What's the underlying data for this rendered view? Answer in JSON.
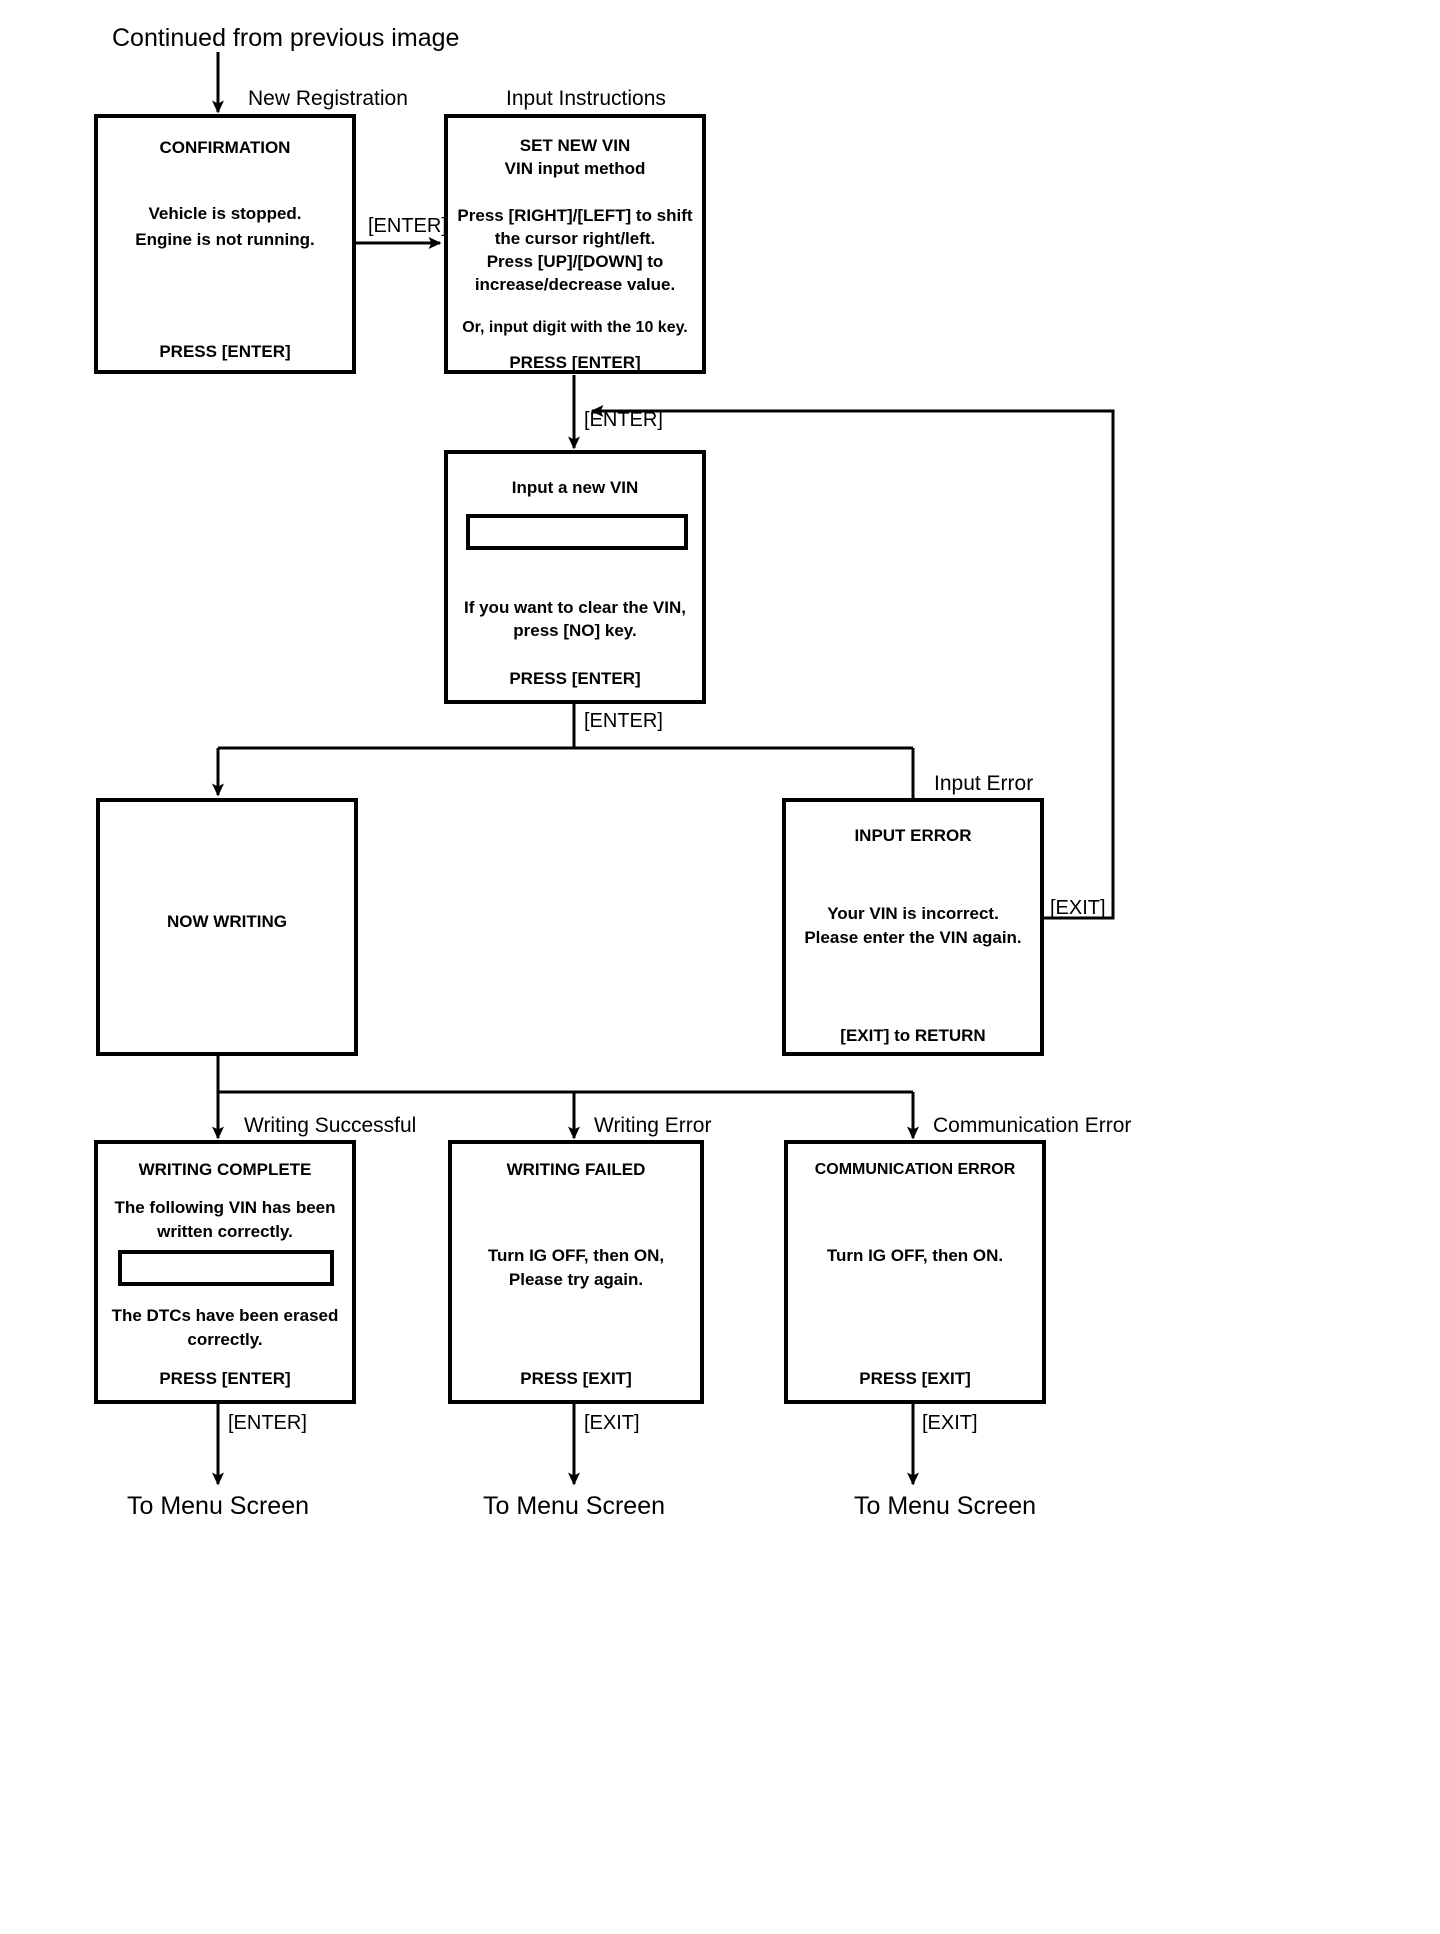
{
  "diagram": {
    "title_note": "Continued from previous image",
    "colors": {
      "ink": "#000000",
      "paper": "#ffffff"
    },
    "branch_labels": {
      "new_registration": "New Registration",
      "input_instructions": "Input Instructions",
      "input_error": "Input Error",
      "writing_successful": "Writing Successful",
      "writing_error": "Writing Error",
      "communication_error": "Communication Error"
    },
    "edge_labels": {
      "enter_1": "[ENTER]",
      "enter_2": "[ENTER]",
      "enter_3": "[ENTER]",
      "exit_loop": "[EXIT]",
      "enter_complete": "[ENTER]",
      "exit_failed": "[EXIT]",
      "exit_comm": "[EXIT]"
    },
    "terminals": {
      "menu_1": "To Menu Screen",
      "menu_2": "To Menu Screen",
      "menu_3": "To Menu Screen"
    },
    "screens": {
      "confirmation": {
        "title": "CONFIRMATION",
        "line1": "Vehicle is stopped.",
        "line2": "Engine is not running.",
        "footer": "PRESS [ENTER]"
      },
      "set_new_vin": {
        "title": "SET NEW VIN",
        "subtitle": "VIN input method",
        "line1": "Press [RIGHT]/[LEFT] to shift",
        "line2": "the cursor right/left.",
        "line3": "Press [UP]/[DOWN] to",
        "line4": "increase/decrease value.",
        "line5": "Or, input digit with the 10 key.",
        "footer": "PRESS [ENTER]"
      },
      "input_new_vin": {
        "title": "Input a new VIN",
        "field_value": "",
        "line1": "If you want to clear the VIN,",
        "line2": "press [NO] key.",
        "footer": "PRESS [ENTER]"
      },
      "now_writing": {
        "title": "NOW WRITING"
      },
      "input_error": {
        "title": "INPUT ERROR",
        "line1": "Your VIN is incorrect.",
        "line2": "Please enter the VIN again.",
        "footer": "[EXIT] to RETURN"
      },
      "writing_complete": {
        "title": "WRITING COMPLETE",
        "line1": "The following VIN has been",
        "line2": "written correctly.",
        "field_value": "",
        "line3": "The DTCs have been erased",
        "line4": "correctly.",
        "footer": "PRESS [ENTER]"
      },
      "writing_failed": {
        "title": "WRITING FAILED",
        "line1": "Turn IG OFF, then ON,",
        "line2": "Please try again.",
        "footer": "PRESS [EXIT]"
      },
      "communication_error": {
        "title": "COMMUNICATION ERROR",
        "line1": "Turn IG OFF, then ON.",
        "footer": "PRESS [EXIT]"
      }
    }
  }
}
